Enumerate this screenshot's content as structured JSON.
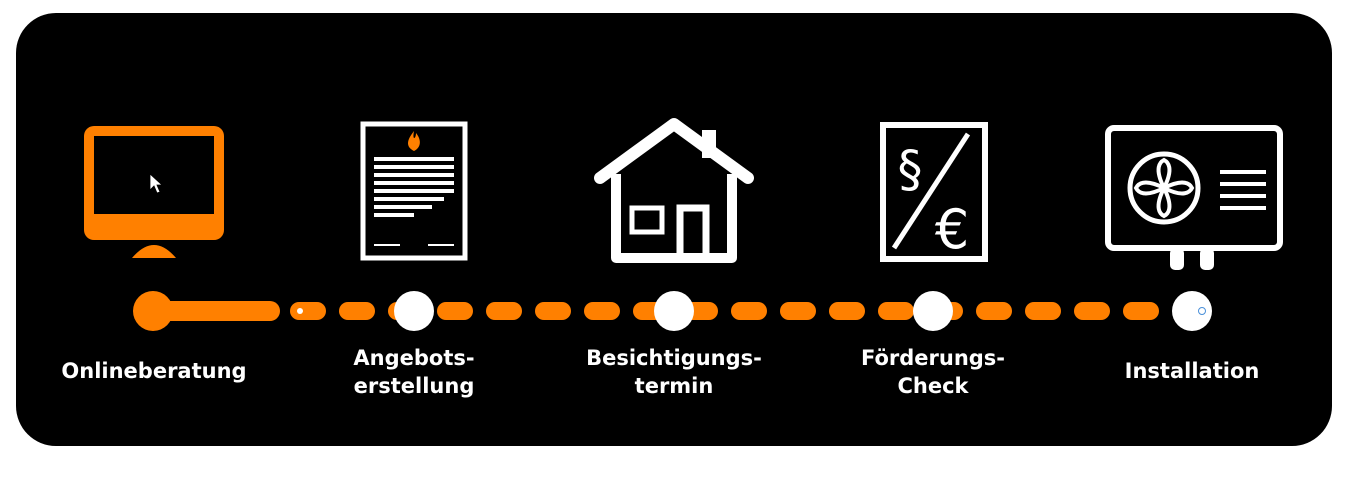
{
  "process": {
    "steps": [
      {
        "label": "Onlineberatung",
        "icon": "monitor-icon",
        "status": "active"
      },
      {
        "label": "Angebots-\nerstellung",
        "icon": "document-icon",
        "status": "pending"
      },
      {
        "label": "Besichtigungs-\ntermin",
        "icon": "house-icon",
        "status": "pending"
      },
      {
        "label": "Förderungs-\nCheck",
        "icon": "paragraph-euro-icon",
        "status": "pending"
      },
      {
        "label": "Installation",
        "icon": "heat-pump-icon",
        "status": "pending"
      }
    ],
    "progress_fraction": 0.0
  },
  "colors": {
    "accent": "#ff8000",
    "background": "#000000",
    "foreground": "#ffffff"
  }
}
